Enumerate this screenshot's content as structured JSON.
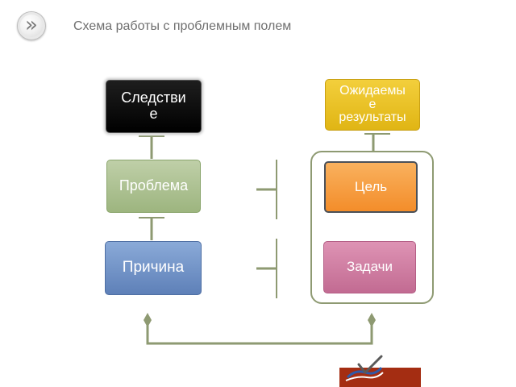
{
  "header": {
    "nav_icon": "double-chevron-right-icon",
    "nav_glyph": "»",
    "title": "Схема работы с проблемным полем"
  },
  "diagram": {
    "left_column": {
      "effect": {
        "line1": "Следстви",
        "line2": "е"
      },
      "problem": {
        "label": "Проблема"
      },
      "cause": {
        "label": "Причина"
      }
    },
    "right_column": {
      "results": {
        "line1": "Ожидаемы",
        "line2": "е",
        "line3": "результаты"
      },
      "goal": {
        "label": "Цель"
      },
      "tasks": {
        "label": "Задачи"
      }
    }
  },
  "colors": {
    "connector": "#8e9a72",
    "effect": "#000000",
    "problem": "#a8bd8c",
    "cause": "#6d8dc4",
    "results": "#e8c020",
    "goal": "#f5a040",
    "tasks": "#d07ea2",
    "logo_background": "#a42d12"
  },
  "footer": {
    "logo_icon": "checkmark-logo-icon"
  }
}
